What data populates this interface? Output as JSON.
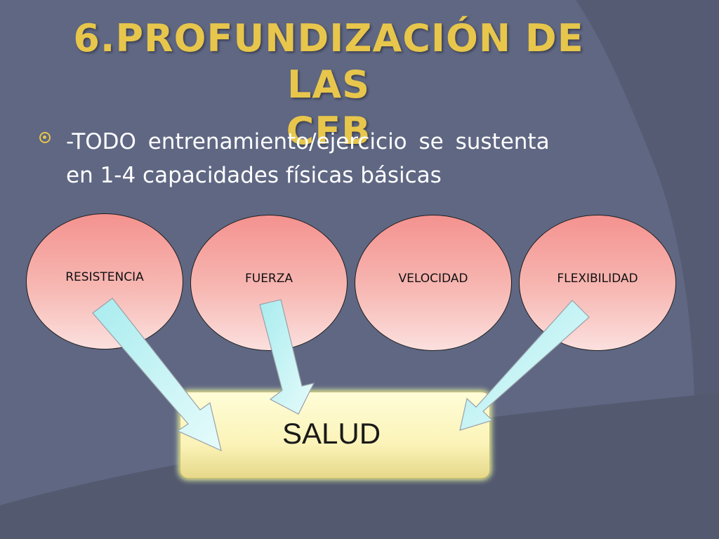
{
  "slide": {
    "title_line1": "6.PROFUNDIZACIÓN DE LAS",
    "title_line2": "CFB",
    "bullet_line1": "-TODO entrenamiento/ejercicio se sustenta",
    "bullet_line2": "en 1-4 capacidades físicas básicas"
  },
  "diagram": {
    "capacities": [
      "RESISTENCIA",
      "FUERZA",
      "VELOCIDAD",
      "FLEXIBILIDAD"
    ],
    "target": "SALUD"
  },
  "colors": {
    "background": "#5f6783",
    "title": "#e7c64b",
    "ellipse_top": "#f4928f",
    "ellipse_bottom": "#fbe0de",
    "box_fill": "#fbf3b8",
    "arrow_fill": "#c8f3f4"
  }
}
